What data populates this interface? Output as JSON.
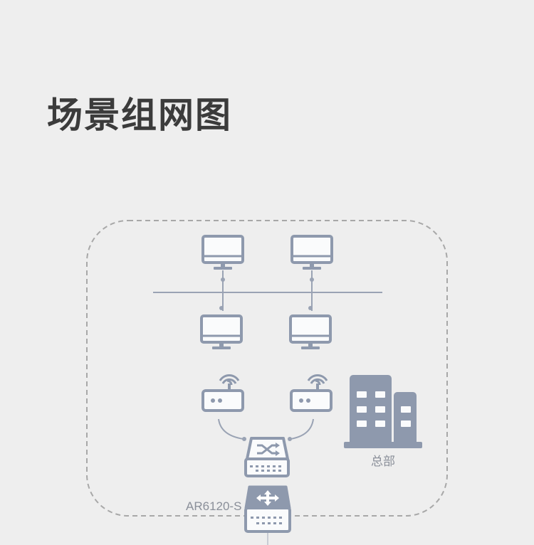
{
  "title": "场景组网图",
  "diagram": {
    "hq_label": "总部",
    "router_label": "AR6120-S",
    "icons": {
      "computer": "monitor-icon",
      "ap": "wireless-ap-icon",
      "switch": "switch-icon",
      "router": "router-icon",
      "hq": "office-building-icon"
    },
    "colors": {
      "icon": "#8e99ad",
      "icon_fill": "#fafbfc",
      "line": "#9aa3b4",
      "border": "#a8a8a8",
      "background": "#eeeeee",
      "title": "#3b3b3b"
    }
  }
}
